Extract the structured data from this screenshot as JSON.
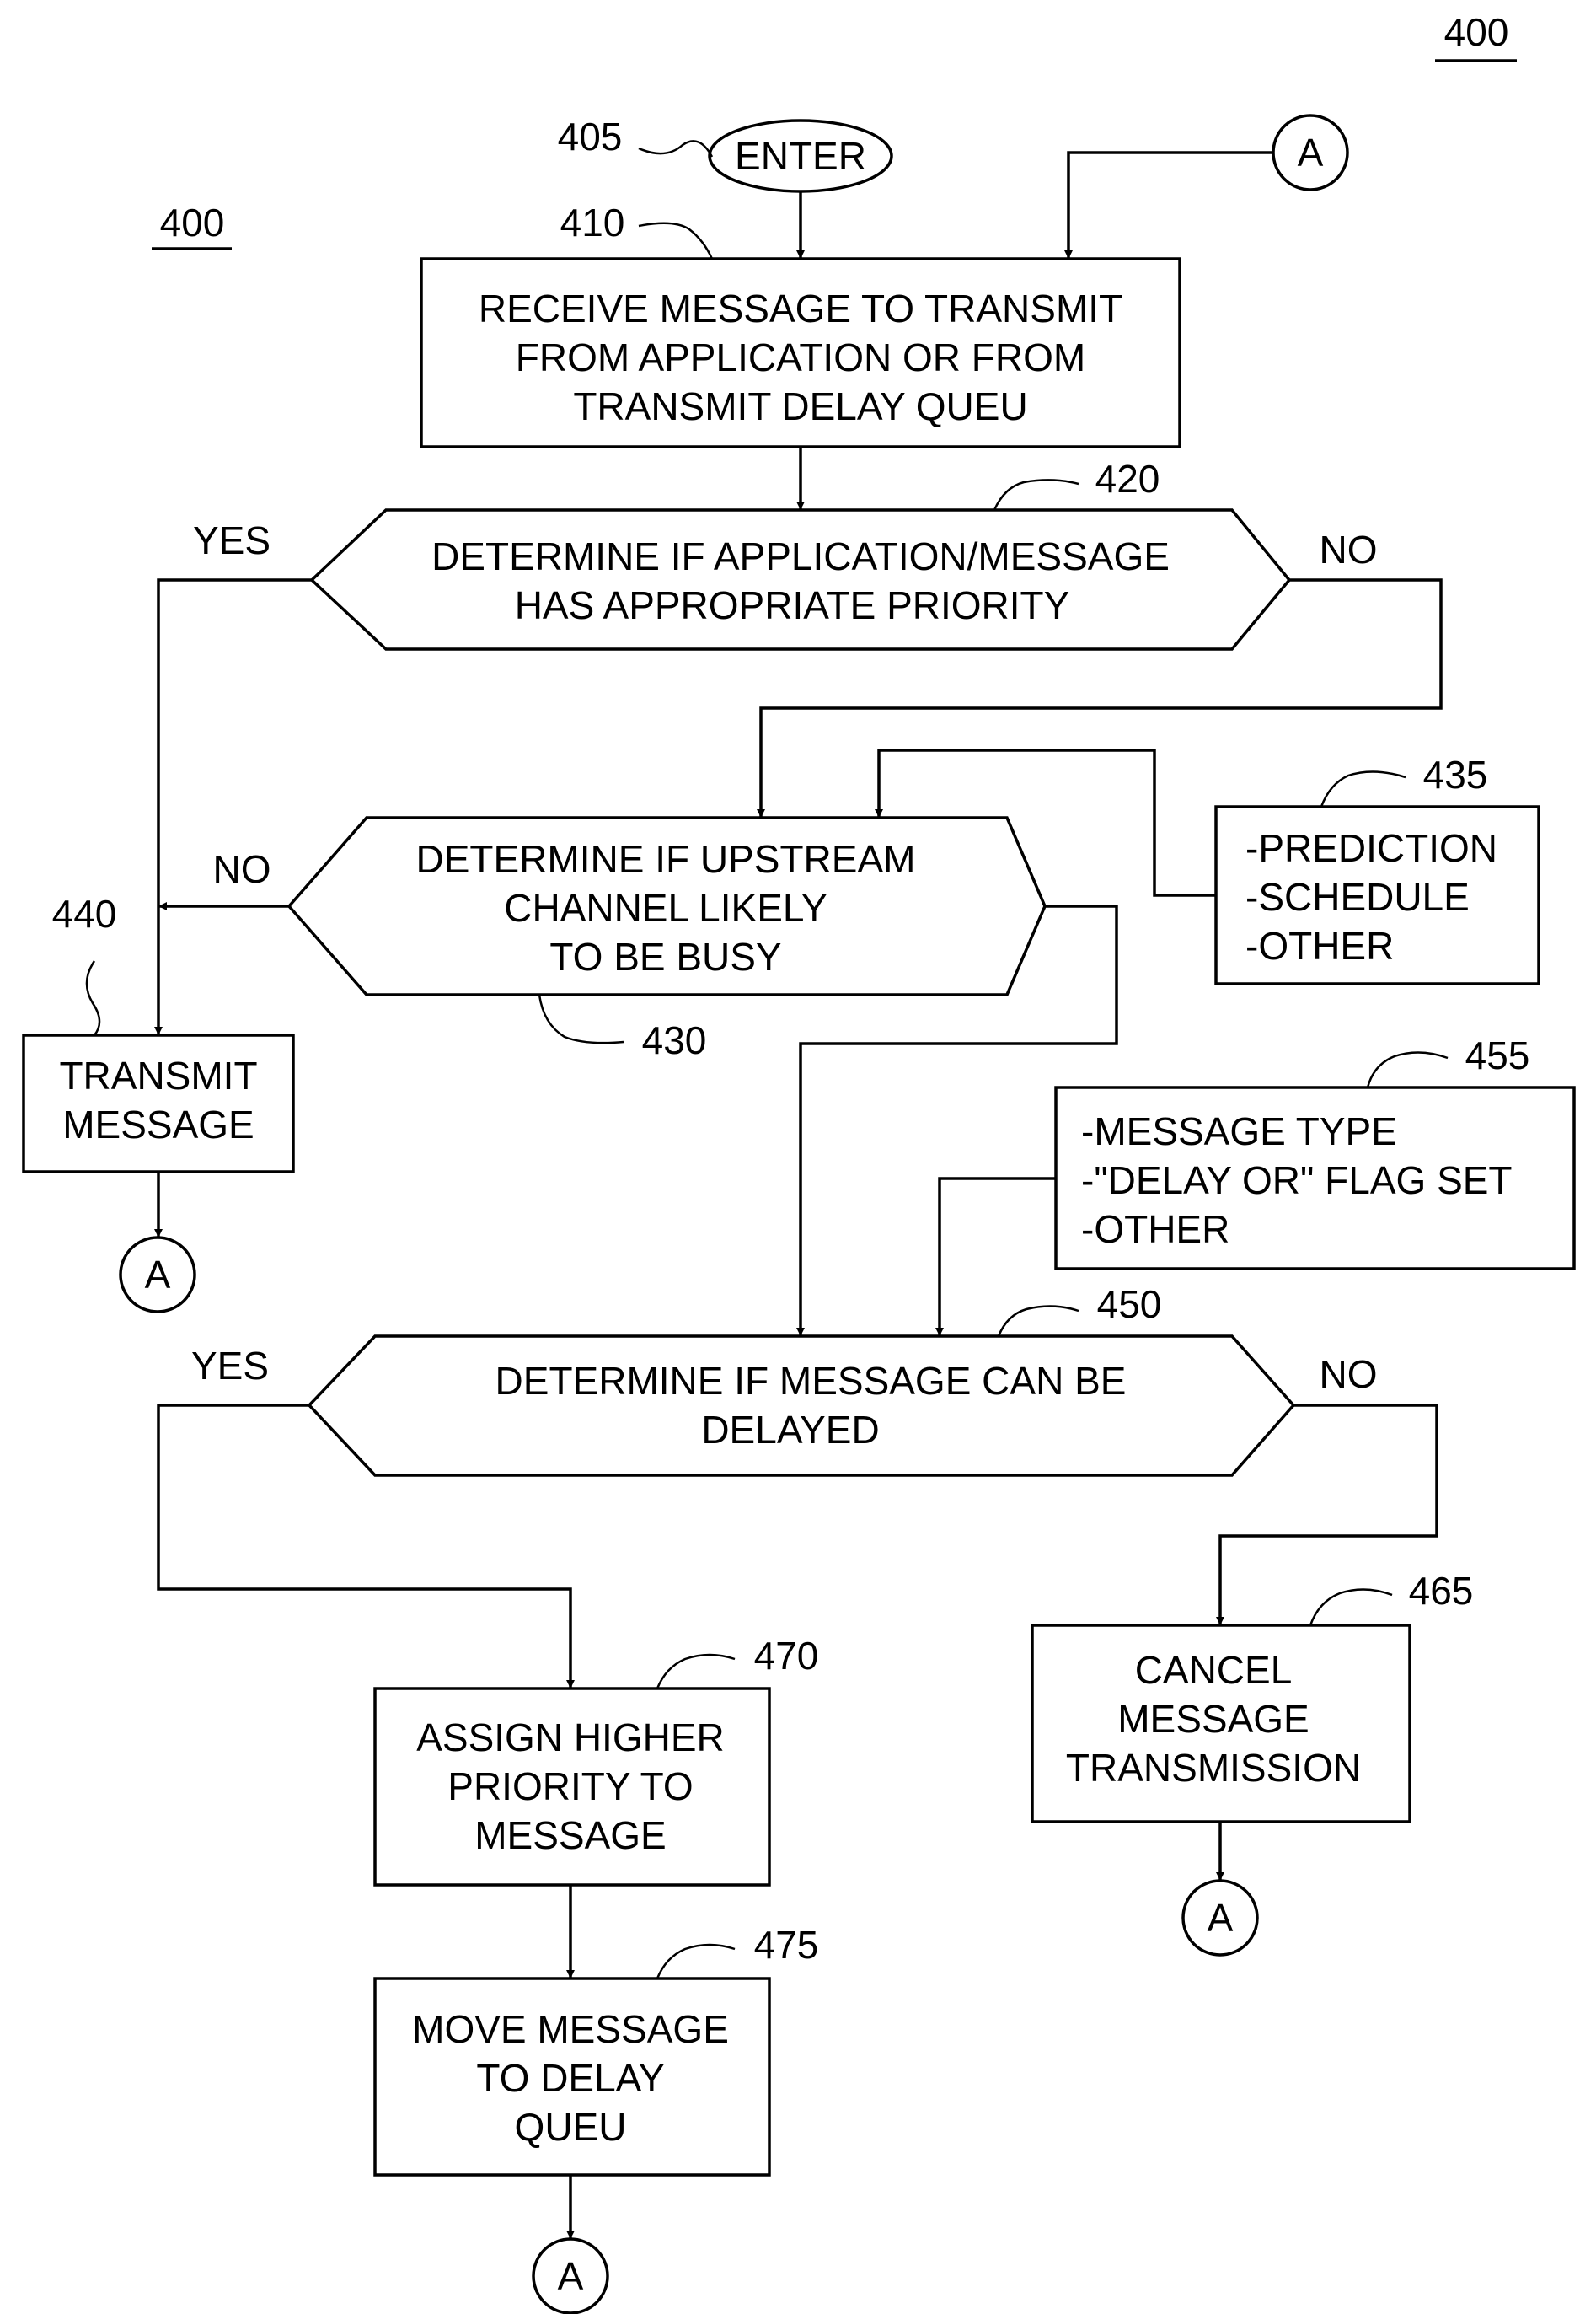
{
  "figure": {
    "number": "400",
    "side_label": "400"
  },
  "nodes": {
    "enter": {
      "ref": "405",
      "lines": [
        "ENTER"
      ]
    },
    "receive": {
      "ref": "410",
      "lines": [
        "RECEIVE MESSAGE TO TRANSMIT",
        "FROM APPLICATION OR FROM",
        "TRANSMIT DELAY QUEU"
      ]
    },
    "priority": {
      "ref": "420",
      "lines": [
        "DETERMINE IF APPLICATION/MESSAGE",
        "HAS APPROPRIATE PRIORITY"
      ],
      "yes": "YES",
      "no": "NO"
    },
    "upstream": {
      "ref": "430",
      "lines": [
        "DETERMINE IF UPSTREAM",
        "CHANNEL LIKELY",
        "TO BE BUSY"
      ],
      "no": "NO"
    },
    "factors1": {
      "ref": "435",
      "lines": [
        "-PREDICTION",
        "-SCHEDULE",
        "-OTHER"
      ]
    },
    "transmit": {
      "ref": "440",
      "lines": [
        "TRANSMIT",
        "MESSAGE"
      ]
    },
    "delayed": {
      "ref": "450",
      "lines": [
        "DETERMINE IF MESSAGE CAN BE",
        "DELAYED"
      ],
      "yes": "YES",
      "no": "NO"
    },
    "factors2": {
      "ref": "455",
      "lines": [
        "-MESSAGE TYPE",
        "-\"DELAY OR\" FLAG SET",
        "-OTHER"
      ]
    },
    "cancel": {
      "ref": "465",
      "lines": [
        "CANCEL",
        "MESSAGE",
        "TRANSMISSION"
      ]
    },
    "assign": {
      "ref": "470",
      "lines": [
        "ASSIGN HIGHER",
        "PRIORITY TO",
        "MESSAGE"
      ]
    },
    "move": {
      "ref": "475",
      "lines": [
        "MOVE MESSAGE",
        "TO DELAY",
        "QUEU"
      ]
    }
  },
  "connector_label": "A"
}
